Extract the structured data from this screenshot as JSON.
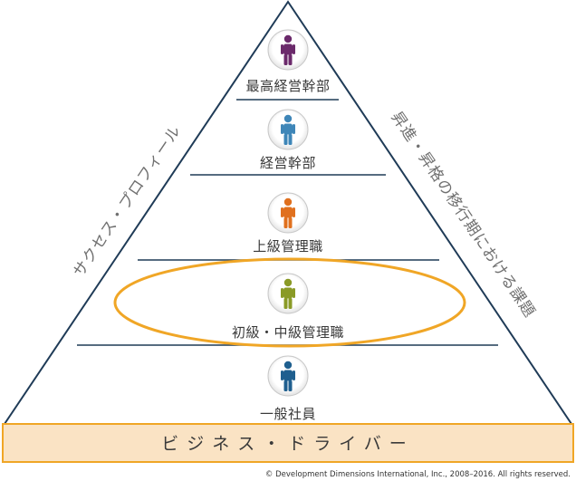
{
  "pyramid": {
    "tiers": [
      {
        "id": "executive-top",
        "label": "最高経営幹部",
        "color": "#6b2a6b"
      },
      {
        "id": "executive",
        "label": "経営幹部",
        "color": "#3e86b8"
      },
      {
        "id": "senior-manager",
        "label": "上級管理職",
        "color": "#e0701e"
      },
      {
        "id": "junior-middle-manager",
        "label": "初級・中級管理職",
        "color": "#8a9a26",
        "highlighted": true
      },
      {
        "id": "staff",
        "label": "一般社員",
        "color": "#1f5f8f"
      }
    ],
    "left_label": "サクセス・プロフィール",
    "right_label": "昇進・昇格の移行期における課題",
    "base_label": "ビジネス・ドライバー",
    "outline_color": "#1f3b57",
    "highlight_color": "#f0a626",
    "base_fill": "#fae3c4",
    "base_stroke": "#f0a626"
  },
  "footer": {
    "copyright": "© Development Dimensions International, Inc., 2008–2016.  All rights reserved."
  }
}
